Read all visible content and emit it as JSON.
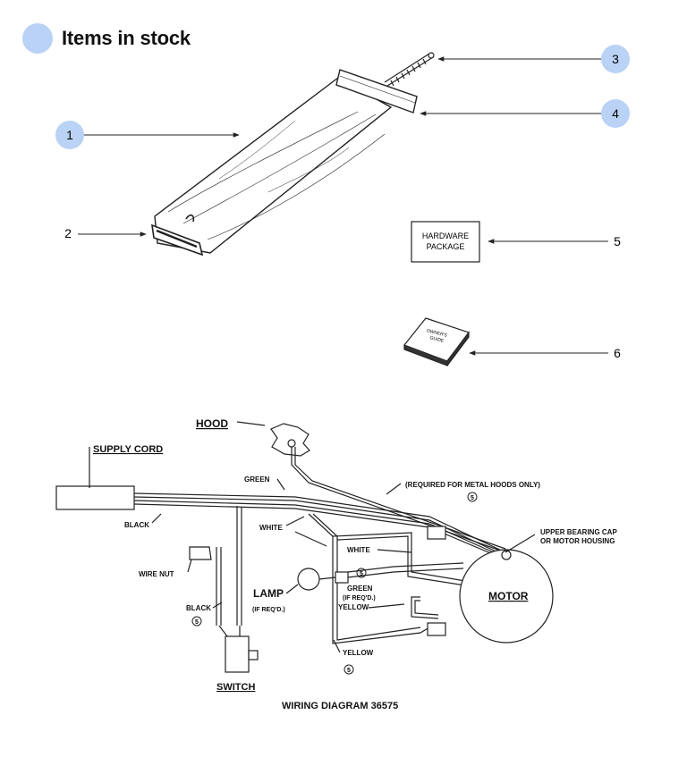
{
  "header": {
    "title": "Items in stock"
  },
  "callouts": [
    "1",
    "2",
    "3",
    "4",
    "5",
    "6"
  ],
  "parts": {
    "hardware_line1": "HARDWARE",
    "hardware_line2": "PACKAGE",
    "guide_line1": "OWNER'S",
    "guide_line2": "GUIDE"
  },
  "wiring": {
    "hood": "HOOD",
    "supply_cord": "SUPPLY CORD",
    "green_top": "GREEN",
    "required_note": "(REQUIRED FOR METAL HOODS ONLY)",
    "black_top": "BLACK",
    "white_top": "WHITE",
    "white_mid": "WHITE",
    "wire_nut": "WIRE NUT",
    "lamp": "LAMP",
    "lamp_note": "(IF REQ'D.)",
    "green_lamp": "GREEN",
    "green_lamp_note": "(IF REQ'D.)",
    "yellow_mid": "YELLOW",
    "black_bottom": "BLACK",
    "yellow_bottom": "YELLOW",
    "switch": "SWITCH",
    "motor": "MOTOR",
    "bearing_line1": "UPPER BEARING CAP",
    "bearing_line2": "OR MOTOR HOUSING",
    "ref_mark": "5",
    "caption": "WIRING DIAGRAM 36575"
  },
  "colors": {
    "callout_highlight": "#b9d2f5",
    "line": "#222222"
  }
}
